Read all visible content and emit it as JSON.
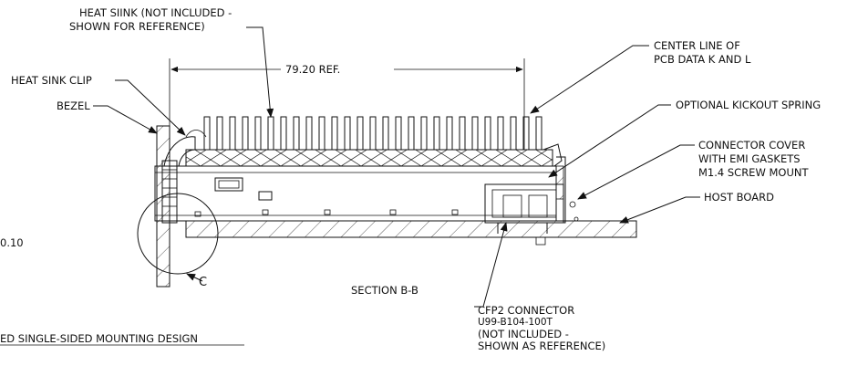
{
  "callouts": {
    "heat_sink_line1": "HEAT SIINK (NOT INCLUDED -",
    "heat_sink_line2": "SHOWN FOR REFERENCE)",
    "center_line1": "CENTER LINE OF",
    "center_line2": "PCB DATA K AND L",
    "heat_sink_clip": "HEAT SINK CLIP",
    "bezel": "BEZEL",
    "kickout_spring": "OPTIONAL KICKOUT SPRING",
    "cover_line1": "CONNECTOR COVER",
    "cover_line2": "WITH EMI GASKETS",
    "cover_line3": "M1.4 SCREW MOUNT",
    "host_board": "HOST BOARD",
    "cfp2_line1": "CFP2 CONNECTOR",
    "cfp2_line2": "U99-B104-100T",
    "cfp2_line3": "(NOT INCLUDED -",
    "cfp2_line4": "SHOWN AS REFERENCE)"
  },
  "dimension": {
    "label": "79.20 REF."
  },
  "section_label": "SECTION B-B",
  "detail_letter": "C",
  "left_partial": "0.10",
  "bottom_partial": "ED SINGLE-SIDED MOUNTING DESIGN"
}
